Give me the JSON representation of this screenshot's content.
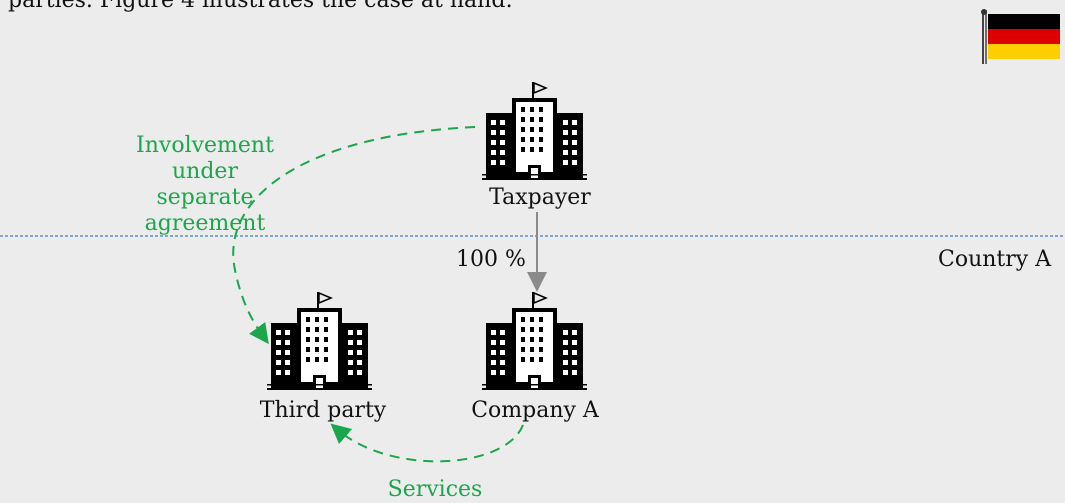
{
  "intro_fragment": "parties. Figure 4 illustrates the case at hand:",
  "country_flag": {
    "icon": "germany-flag-icon",
    "colors": [
      "#000000",
      "#dd0000",
      "#ffce00"
    ]
  },
  "boundary_label": "Country A",
  "entities": {
    "taxpayer": "Taxpayer",
    "company_a": "Company A",
    "third_party": "Third party"
  },
  "relationships": {
    "ownership": "100 %",
    "involvement": "Involvement under separate agreement",
    "services": "Services"
  },
  "colors": {
    "ownership_arrow": "#8a8a8a",
    "relationship_green": "#1aa64a",
    "boundary_line": "#3a7fc1",
    "background": "#ececec"
  }
}
